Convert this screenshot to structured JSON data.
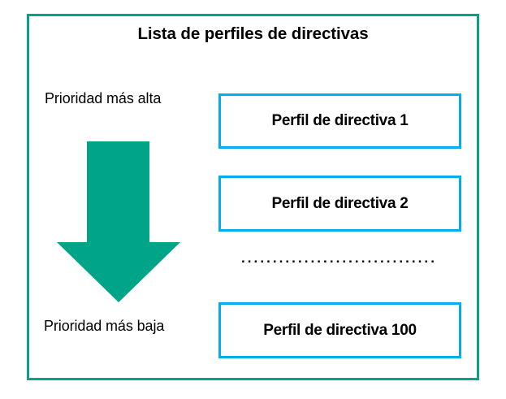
{
  "diagram": {
    "title": "Lista de perfiles de directivas",
    "frame_color": "#00a587",
    "arrow_color": "#00a587",
    "box_border_color": "#00aeef",
    "background_color": "#ffffff",
    "text_color": "#000000"
  },
  "labels": {
    "highest_priority": "Prioridad más alta",
    "lowest_priority": "Prioridad más baja"
  },
  "arrow": {
    "name": "down-arrow-icon",
    "direction": "down",
    "meaning": "Orden de prioridad descendente"
  },
  "profiles": [
    {
      "label": "Perfil de directiva 1"
    },
    {
      "label": "Perfil de directiva 2"
    },
    {
      "label": "Perfil de directiva 100"
    }
  ],
  "separator": {
    "text": "........................................",
    "style": "dotted"
  }
}
